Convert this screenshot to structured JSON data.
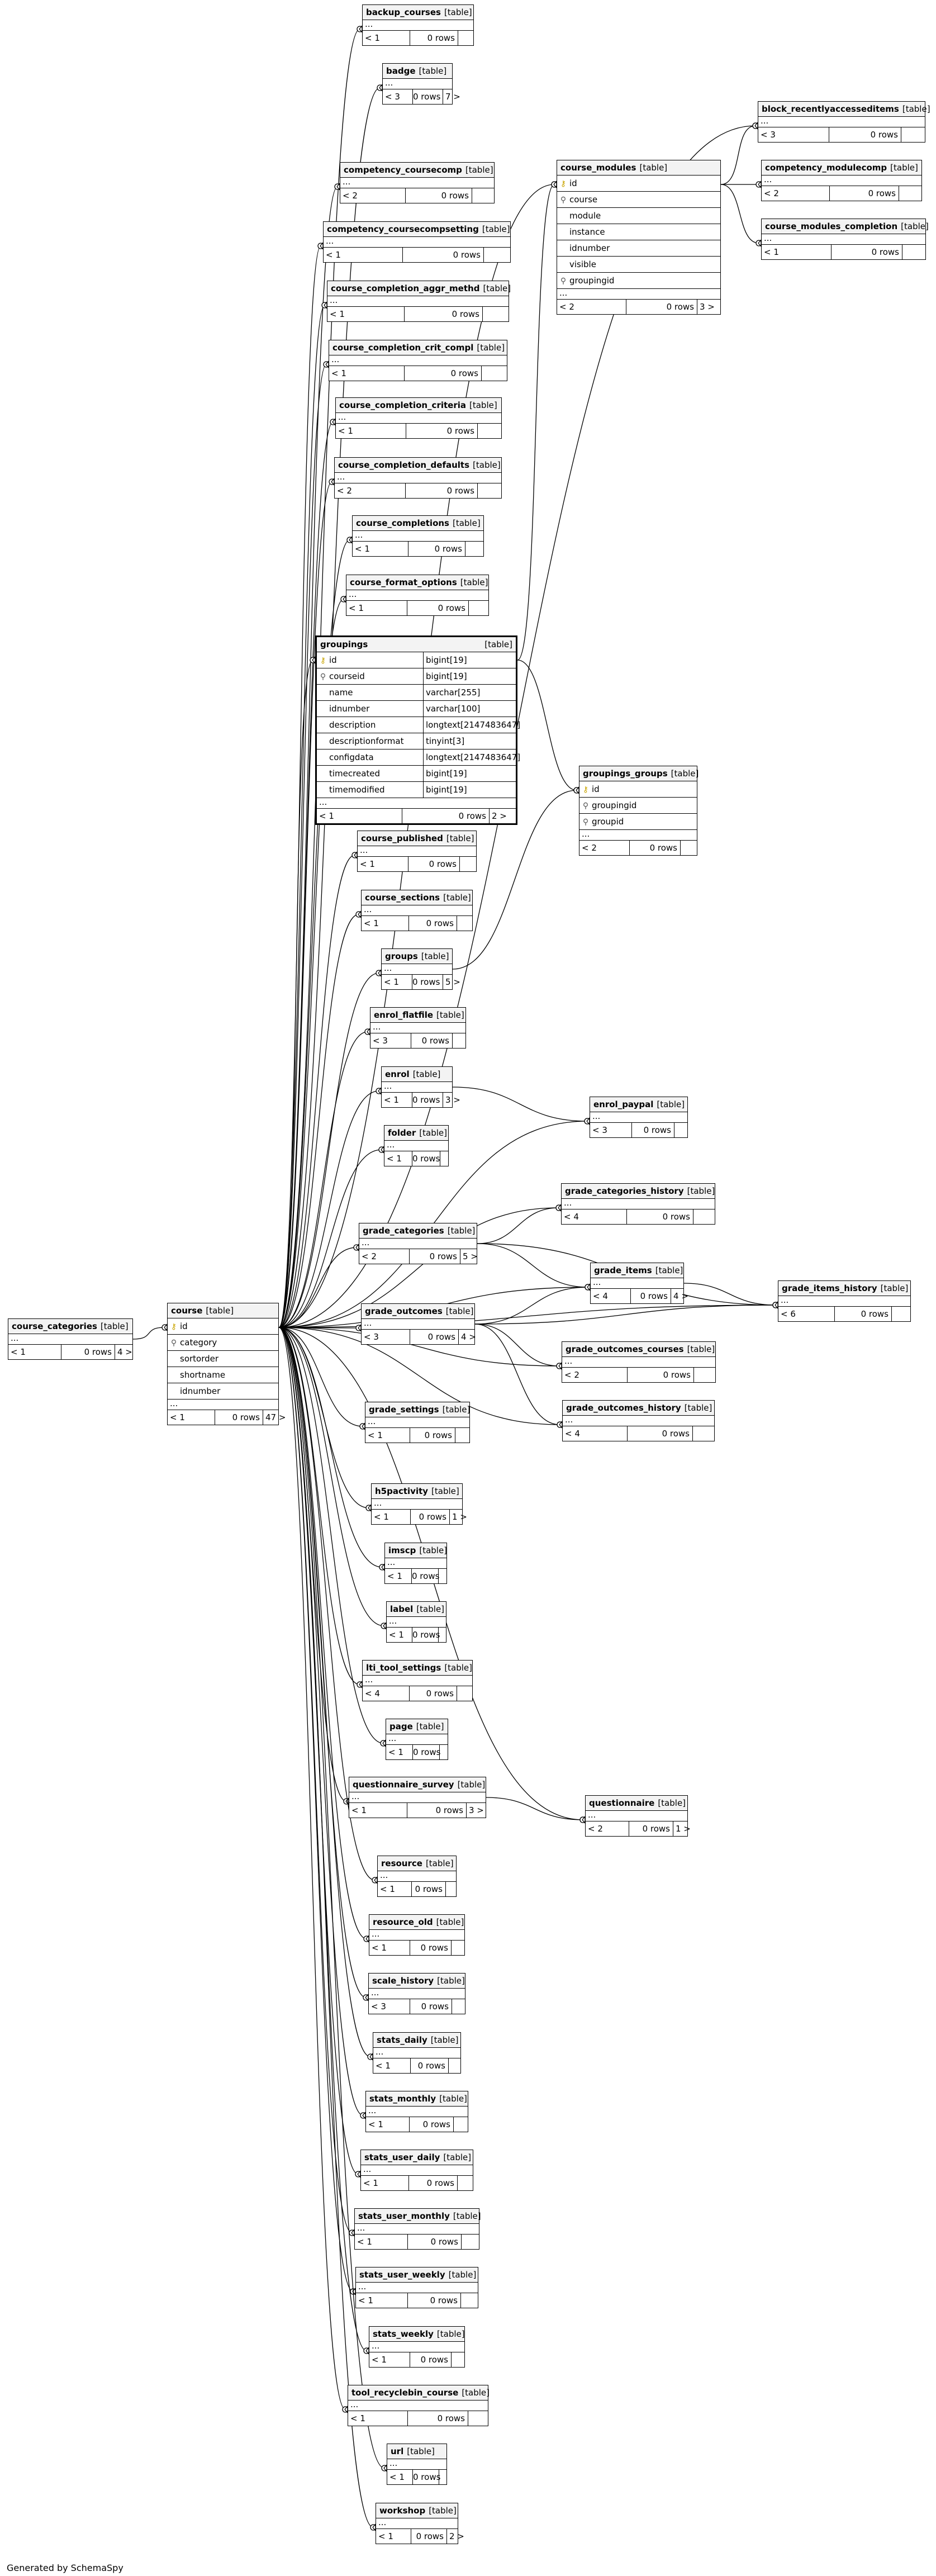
{
  "labels": {
    "table_type": "[table]",
    "ellipsis": "...",
    "generated_by": "Generated by SchemaSpy"
  },
  "tables": [
    {
      "name": "backup_courses",
      "parents": "< 1",
      "rows": "0 rows",
      "children": ""
    },
    {
      "name": "badge",
      "parents": "< 3",
      "rows": "0 rows",
      "children": "7 >"
    },
    {
      "name": "block_recentlyaccesseditems",
      "parents": "< 3",
      "rows": "0 rows",
      "children": ""
    },
    {
      "name": "competency_modulecomp",
      "parents": "< 2",
      "rows": "0 rows",
      "children": ""
    },
    {
      "name": "course_modules_completion",
      "parents": "< 1",
      "rows": "0 rows",
      "children": ""
    },
    {
      "name": "competency_coursecomp",
      "parents": "< 2",
      "rows": "0 rows",
      "children": ""
    },
    {
      "name": "course_modules",
      "parents": "< 2",
      "rows": "0 rows",
      "children": "3 >",
      "columns": [
        {
          "key": "pk",
          "name": "id"
        },
        {
          "key": "fk",
          "name": "course"
        },
        {
          "key": "",
          "name": "module"
        },
        {
          "key": "",
          "name": "instance"
        },
        {
          "key": "",
          "name": "idnumber"
        },
        {
          "key": "",
          "name": "visible"
        },
        {
          "key": "fk",
          "name": "groupingid"
        }
      ]
    },
    {
      "name": "competency_coursecompsetting",
      "parents": "< 1",
      "rows": "0 rows",
      "children": ""
    },
    {
      "name": "course_completion_aggr_methd",
      "parents": "< 1",
      "rows": "0 rows",
      "children": ""
    },
    {
      "name": "course_completion_crit_compl",
      "parents": "< 1",
      "rows": "0 rows",
      "children": ""
    },
    {
      "name": "course_completion_criteria",
      "parents": "< 1",
      "rows": "0 rows",
      "children": ""
    },
    {
      "name": "course_completion_defaults",
      "parents": "< 2",
      "rows": "0 rows",
      "children": ""
    },
    {
      "name": "course_completions",
      "parents": "< 1",
      "rows": "0 rows",
      "children": ""
    },
    {
      "name": "course_format_options",
      "parents": "< 1",
      "rows": "0 rows",
      "children": ""
    },
    {
      "name": "groupings",
      "parents": "< 1",
      "rows": "0 rows",
      "children": "2 >",
      "columns": [
        {
          "key": "pk",
          "name": "id",
          "type": "bigint[19]"
        },
        {
          "key": "fk",
          "name": "courseid",
          "type": "bigint[19]"
        },
        {
          "key": "",
          "name": "name",
          "type": "varchar[255]"
        },
        {
          "key": "",
          "name": "idnumber",
          "type": "varchar[100]"
        },
        {
          "key": "",
          "name": "description",
          "type": "longtext[2147483647]"
        },
        {
          "key": "",
          "name": "descriptionformat",
          "type": "tinyint[3]"
        },
        {
          "key": "",
          "name": "configdata",
          "type": "longtext[2147483647]"
        },
        {
          "key": "",
          "name": "timecreated",
          "type": "bigint[19]"
        },
        {
          "key": "",
          "name": "timemodified",
          "type": "bigint[19]"
        }
      ]
    },
    {
      "name": "groupings_groups",
      "parents": "< 2",
      "rows": "0 rows",
      "children": "",
      "columns": [
        {
          "key": "pk",
          "name": "id"
        },
        {
          "key": "fk",
          "name": "groupingid"
        },
        {
          "key": "fk",
          "name": "groupid"
        }
      ]
    },
    {
      "name": "course_published",
      "parents": "< 1",
      "rows": "0 rows",
      "children": ""
    },
    {
      "name": "course_sections",
      "parents": "< 1",
      "rows": "0 rows",
      "children": ""
    },
    {
      "name": "groups",
      "parents": "< 1",
      "rows": "0 rows",
      "children": "5 >"
    },
    {
      "name": "enrol_flatfile",
      "parents": "< 3",
      "rows": "0 rows",
      "children": ""
    },
    {
      "name": "enrol",
      "parents": "< 1",
      "rows": "0 rows",
      "children": "3 >"
    },
    {
      "name": "enrol_paypal",
      "parents": "< 3",
      "rows": "0 rows",
      "children": ""
    },
    {
      "name": "folder",
      "parents": "< 1",
      "rows": "0 rows",
      "children": ""
    },
    {
      "name": "grade_categories_history",
      "parents": "< 4",
      "rows": "0 rows",
      "children": ""
    },
    {
      "name": "grade_categories",
      "parents": "< 2",
      "rows": "0 rows",
      "children": "5 >"
    },
    {
      "name": "grade_items",
      "parents": "< 4",
      "rows": "0 rows",
      "children": "4 >"
    },
    {
      "name": "grade_items_history",
      "parents": "< 6",
      "rows": "0 rows",
      "children": ""
    },
    {
      "name": "course_categories",
      "parents": "< 1",
      "rows": "0 rows",
      "children": "4 >"
    },
    {
      "name": "course",
      "parents": "< 1",
      "rows": "0 rows",
      "children": "47 >",
      "columns": [
        {
          "key": "pk",
          "name": "id"
        },
        {
          "key": "fk",
          "name": "category"
        },
        {
          "key": "",
          "name": "sortorder"
        },
        {
          "key": "",
          "name": "shortname"
        },
        {
          "key": "",
          "name": "idnumber"
        }
      ]
    },
    {
      "name": "grade_outcomes",
      "parents": "< 3",
      "rows": "0 rows",
      "children": "4 >"
    },
    {
      "name": "grade_outcomes_courses",
      "parents": "< 2",
      "rows": "0 rows",
      "children": ""
    },
    {
      "name": "grade_outcomes_history",
      "parents": "< 4",
      "rows": "0 rows",
      "children": ""
    },
    {
      "name": "grade_settings",
      "parents": "< 1",
      "rows": "0 rows",
      "children": ""
    },
    {
      "name": "h5pactivity",
      "parents": "< 1",
      "rows": "0 rows",
      "children": "1 >"
    },
    {
      "name": "imscp",
      "parents": "< 1",
      "rows": "0 rows",
      "children": ""
    },
    {
      "name": "label",
      "parents": "< 1",
      "rows": "0 rows",
      "children": ""
    },
    {
      "name": "lti_tool_settings",
      "parents": "< 4",
      "rows": "0 rows",
      "children": ""
    },
    {
      "name": "page",
      "parents": "< 1",
      "rows": "0 rows",
      "children": ""
    },
    {
      "name": "questionnaire_survey",
      "parents": "< 1",
      "rows": "0 rows",
      "children": "3 >"
    },
    {
      "name": "questionnaire",
      "parents": "< 2",
      "rows": "0 rows",
      "children": "1 >"
    },
    {
      "name": "resource",
      "parents": "< 1",
      "rows": "0 rows",
      "children": ""
    },
    {
      "name": "resource_old",
      "parents": "< 1",
      "rows": "0 rows",
      "children": ""
    },
    {
      "name": "scale_history",
      "parents": "< 3",
      "rows": "0 rows",
      "children": ""
    },
    {
      "name": "stats_daily",
      "parents": "< 1",
      "rows": "0 rows",
      "children": ""
    },
    {
      "name": "stats_monthly",
      "parents": "< 1",
      "rows": "0 rows",
      "children": ""
    },
    {
      "name": "stats_user_daily",
      "parents": "< 1",
      "rows": "0 rows",
      "children": ""
    },
    {
      "name": "stats_user_monthly",
      "parents": "< 1",
      "rows": "0 rows",
      "children": ""
    },
    {
      "name": "stats_user_weekly",
      "parents": "< 1",
      "rows": "0 rows",
      "children": ""
    },
    {
      "name": "stats_weekly",
      "parents": "< 1",
      "rows": "0 rows",
      "children": ""
    },
    {
      "name": "tool_recyclebin_course",
      "parents": "< 1",
      "rows": "0 rows",
      "children": ""
    },
    {
      "name": "url",
      "parents": "< 1",
      "rows": "0 rows",
      "children": ""
    },
    {
      "name": "workshop",
      "parents": "< 1",
      "rows": "0 rows",
      "children": "2 >"
    }
  ],
  "relationships": [
    [
      "course_categories",
      "course"
    ],
    [
      "course",
      "backup_courses"
    ],
    [
      "course",
      "badge"
    ],
    [
      "course",
      "block_recentlyaccesseditems"
    ],
    [
      "course",
      "competency_coursecomp"
    ],
    [
      "course",
      "course_modules"
    ],
    [
      "course",
      "competency_coursecompsetting"
    ],
    [
      "course",
      "course_completion_aggr_methd"
    ],
    [
      "course",
      "course_completion_crit_compl"
    ],
    [
      "course",
      "course_completion_criteria"
    ],
    [
      "course",
      "course_completion_defaults"
    ],
    [
      "course",
      "course_completions"
    ],
    [
      "course",
      "course_format_options"
    ],
    [
      "course",
      "groupings"
    ],
    [
      "course",
      "course_published"
    ],
    [
      "course",
      "course_sections"
    ],
    [
      "course",
      "groups"
    ],
    [
      "course",
      "enrol_flatfile"
    ],
    [
      "course",
      "enrol"
    ],
    [
      "course",
      "enrol_paypal"
    ],
    [
      "course",
      "folder"
    ],
    [
      "course",
      "grade_categories_history"
    ],
    [
      "course",
      "grade_categories"
    ],
    [
      "course",
      "grade_items"
    ],
    [
      "course",
      "grade_items_history"
    ],
    [
      "course",
      "grade_outcomes"
    ],
    [
      "course",
      "grade_outcomes_courses"
    ],
    [
      "course",
      "grade_outcomes_history"
    ],
    [
      "course",
      "grade_settings"
    ],
    [
      "course",
      "h5pactivity"
    ],
    [
      "course",
      "imscp"
    ],
    [
      "course",
      "label"
    ],
    [
      "course",
      "lti_tool_settings"
    ],
    [
      "course",
      "page"
    ],
    [
      "course",
      "questionnaire_survey"
    ],
    [
      "course",
      "questionnaire"
    ],
    [
      "course",
      "resource"
    ],
    [
      "course",
      "resource_old"
    ],
    [
      "course",
      "scale_history"
    ],
    [
      "course",
      "stats_daily"
    ],
    [
      "course",
      "stats_monthly"
    ],
    [
      "course",
      "stats_user_daily"
    ],
    [
      "course",
      "stats_user_monthly"
    ],
    [
      "course",
      "stats_user_weekly"
    ],
    [
      "course",
      "stats_weekly"
    ],
    [
      "course",
      "tool_recyclebin_course"
    ],
    [
      "course",
      "url"
    ],
    [
      "course",
      "workshop"
    ],
    [
      "course_modules",
      "block_recentlyaccesseditems"
    ],
    [
      "course_modules",
      "competency_modulecomp"
    ],
    [
      "course_modules",
      "course_modules_completion"
    ],
    [
      "groupings",
      "course_modules"
    ],
    [
      "groupings",
      "groupings_groups"
    ],
    [
      "groups",
      "groupings_groups"
    ],
    [
      "enrol",
      "enrol_paypal"
    ],
    [
      "grade_categories",
      "grade_categories_history"
    ],
    [
      "grade_categories",
      "grade_items"
    ],
    [
      "grade_categories",
      "grade_items_history"
    ],
    [
      "grade_items",
      "grade_items_history"
    ],
    [
      "grade_outcomes",
      "grade_items"
    ],
    [
      "grade_outcomes",
      "grade_items_history"
    ],
    [
      "grade_outcomes",
      "grade_outcomes_courses"
    ],
    [
      "grade_outcomes",
      "grade_outcomes_history"
    ],
    [
      "questionnaire_survey",
      "questionnaire"
    ]
  ]
}
